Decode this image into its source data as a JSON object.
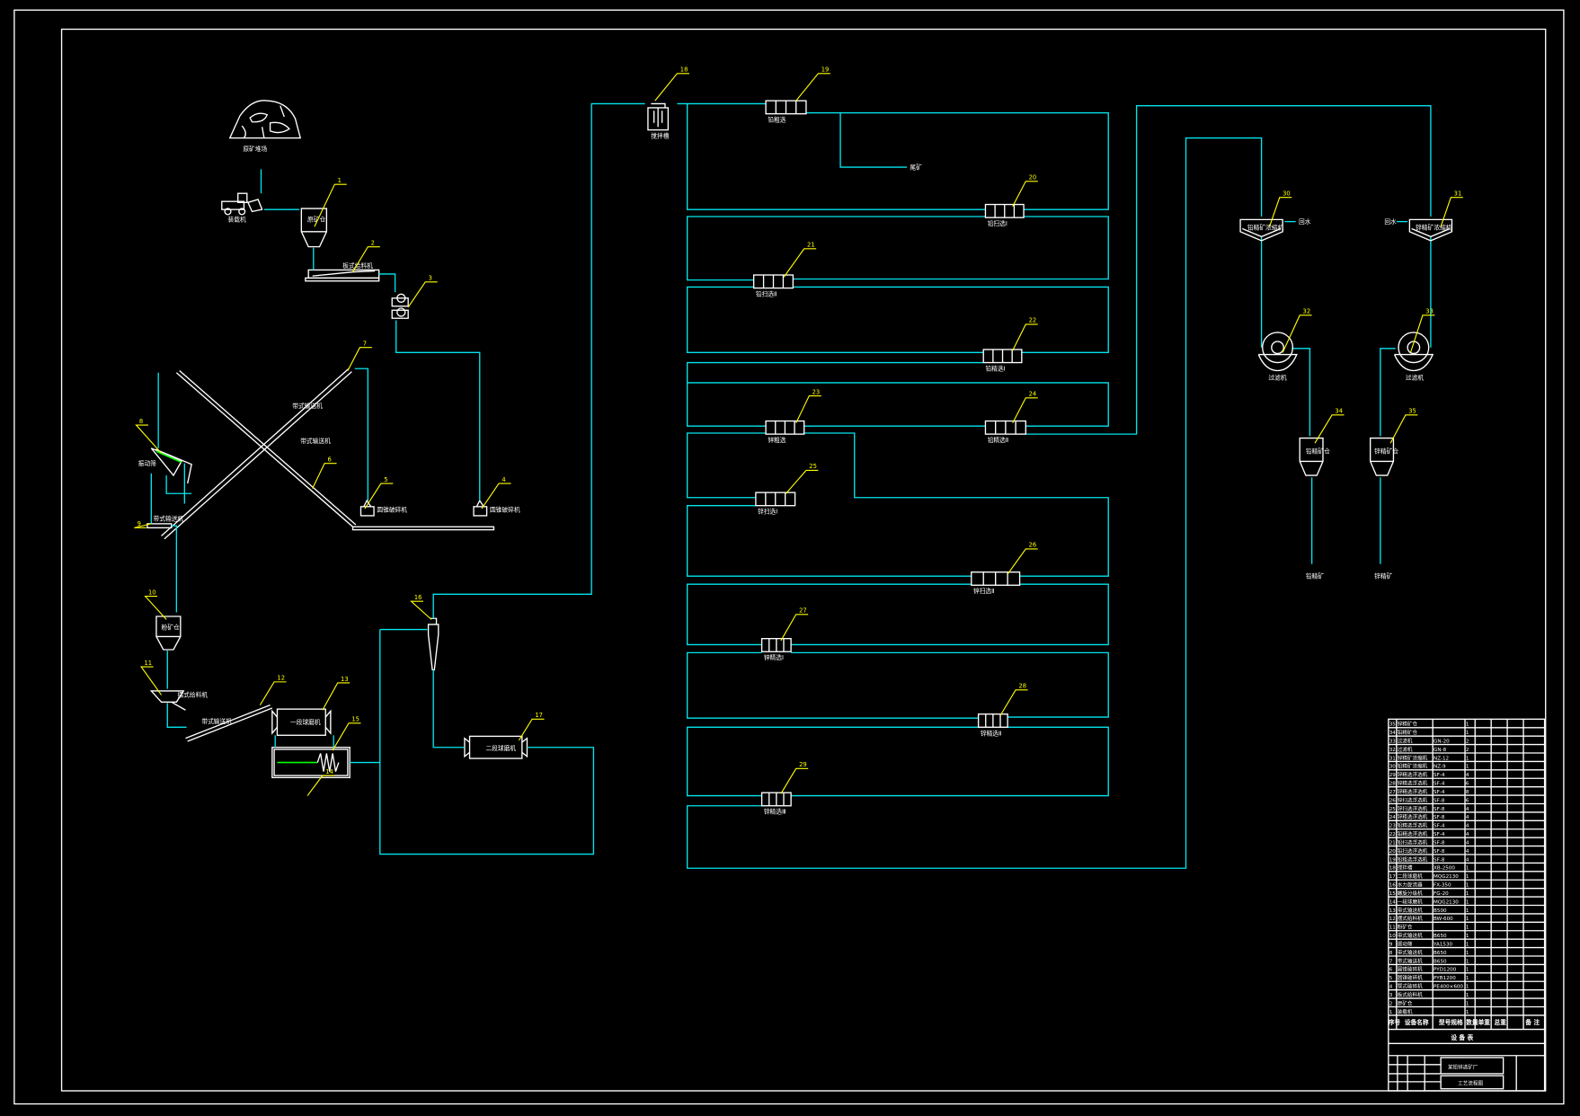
{
  "colors": {
    "background": "#000000",
    "equipment": "#ffffff",
    "pipe": "#00e5ee",
    "tag": "#ffff00"
  },
  "labels": {
    "ore_pile": "原矿堆场",
    "loader": "装载机",
    "coarse_bin": "原矿仓",
    "apron_feeder": "板式给料机",
    "conveyor_a": "带式输送机",
    "conveyor_b": "带式输送机",
    "screen": "振动筛",
    "cone_crusher_a": "圆锥破碎机",
    "cone_crusher_b": "圆锥破碎机",
    "belt": "带式输送机",
    "fine_bin": "粉矿仓",
    "pendulum_feeder": "摆式给料机",
    "conveyor_c": "带式输送机",
    "mill_1": "一段球磨机",
    "mill_2": "二段球磨机",
    "agitator": "搅拌槽",
    "tailings": "尾矿",
    "flot_1": "铅粗选",
    "flot_2": "铅扫选Ⅰ",
    "flot_3": "铅扫选Ⅱ",
    "flot_4": "铅精选Ⅰ",
    "flot_5": "锌粗选",
    "flot_6": "铅精选Ⅱ",
    "flot_7": "锌扫选Ⅰ",
    "flot_8": "锌扫选Ⅱ",
    "flot_9": "锌精选Ⅰ",
    "flot_10": "锌精选Ⅱ",
    "flot_11": "锌精选Ⅲ",
    "thickener_a": "铅精矿浓缩机",
    "thickener_b": "锌精矿浓缩机",
    "water_a": "回水",
    "water_b": "回水",
    "filter_a": "过滤机",
    "filter_b": "过滤机",
    "conc_bin_a": "铅精矿仓",
    "conc_bin_b": "锌精矿仓",
    "product_a": "铅精矿",
    "product_b": "锌精矿"
  },
  "tags": [
    "1",
    "2",
    "3",
    "4",
    "5",
    "6",
    "7",
    "8",
    "9",
    "10",
    "11",
    "12",
    "13",
    "14",
    "15",
    "16",
    "17",
    "18",
    "19",
    "20",
    "21",
    "22",
    "23",
    "24",
    "25",
    "26",
    "27",
    "28",
    "29",
    "30",
    "31",
    "32",
    "33",
    "34",
    "35"
  ],
  "equipment_table": {
    "title": "设 备 表",
    "headers": {
      "no": "序号",
      "name": "设备名称",
      "spec": "型号规格",
      "qty": "数量",
      "unit_weight": "单重",
      "total_weight": "总重",
      "remark": "备 注"
    },
    "rows": [
      {
        "no": "35",
        "name": "锌精矿仓",
        "spec": "",
        "qty": "1"
      },
      {
        "no": "34",
        "name": "铅精矿仓",
        "spec": "",
        "qty": "1"
      },
      {
        "no": "33",
        "name": "过滤机",
        "spec": "GN-20",
        "qty": "2"
      },
      {
        "no": "32",
        "name": "过滤机",
        "spec": "GN-8",
        "qty": "2"
      },
      {
        "no": "31",
        "name": "锌精矿浓缩机",
        "spec": "NZ-12",
        "qty": "1"
      },
      {
        "no": "30",
        "name": "铅精矿浓缩机",
        "spec": "NZ-9",
        "qty": "1"
      },
      {
        "no": "29",
        "name": "锌精选浮选机",
        "spec": "SF-4",
        "qty": "4"
      },
      {
        "no": "28",
        "name": "锌精选浮选机",
        "spec": "SF-4",
        "qty": "6"
      },
      {
        "no": "27",
        "name": "锌精选浮选机",
        "spec": "SF-4",
        "qty": "8"
      },
      {
        "no": "26",
        "name": "锌扫选浮选机",
        "spec": "SF-8",
        "qty": "6"
      },
      {
        "no": "25",
        "name": "锌扫选浮选机",
        "spec": "SF-8",
        "qty": "4"
      },
      {
        "no": "24",
        "name": "锌粗选浮选机",
        "spec": "SF-8",
        "qty": "4"
      },
      {
        "no": "23",
        "name": "铅精选浮选机",
        "spec": "SF-4",
        "qty": "4"
      },
      {
        "no": "22",
        "name": "铅精选浮选机",
        "spec": "SF-4",
        "qty": "4"
      },
      {
        "no": "21",
        "name": "铅扫选浮选机",
        "spec": "SF-8",
        "qty": "4"
      },
      {
        "no": "20",
        "name": "铅扫选浮选机",
        "spec": "SF-8",
        "qty": "4"
      },
      {
        "no": "19",
        "name": "铅粗选浮选机",
        "spec": "SF-8",
        "qty": "4"
      },
      {
        "no": "18",
        "name": "搅拌槽",
        "spec": "XB-2500",
        "qty": "1"
      },
      {
        "no": "17",
        "name": "二段球磨机",
        "spec": "MQG2130",
        "qty": "1"
      },
      {
        "no": "16",
        "name": "水力旋流器",
        "spec": "FX-350",
        "qty": "1"
      },
      {
        "no": "15",
        "name": "螺旋分级机",
        "spec": "FG-20",
        "qty": "1"
      },
      {
        "no": "14",
        "name": "一段球磨机",
        "spec": "MQG2130",
        "qty": "1"
      },
      {
        "no": "13",
        "name": "带式输送机",
        "spec": "B500",
        "qty": "1"
      },
      {
        "no": "12",
        "name": "摆式给料机",
        "spec": "BW-600",
        "qty": "1"
      },
      {
        "no": "11",
        "name": "粉矿仓",
        "spec": "",
        "qty": "1"
      },
      {
        "no": "10",
        "name": "带式输送机",
        "spec": "B650",
        "qty": "1"
      },
      {
        "no": "9",
        "name": "振动筛",
        "spec": "YA1530",
        "qty": "1"
      },
      {
        "no": "8",
        "name": "带式输送机",
        "spec": "B650",
        "qty": "1"
      },
      {
        "no": "7",
        "name": "带式输送机",
        "spec": "B650",
        "qty": "1"
      },
      {
        "no": "6",
        "name": "圆锥破碎机",
        "spec": "PYD1200",
        "qty": "1"
      },
      {
        "no": "5",
        "name": "圆锥破碎机",
        "spec": "PYB1200",
        "qty": "1"
      },
      {
        "no": "4",
        "name": "颚式破碎机",
        "spec": "PE400×600",
        "qty": "1"
      },
      {
        "no": "3",
        "name": "板式给料机",
        "spec": "",
        "qty": "1"
      },
      {
        "no": "2",
        "name": "原矿仓",
        "spec": "",
        "qty": "1"
      },
      {
        "no": "1",
        "name": "装载机",
        "spec": "",
        "qty": "1"
      }
    ]
  },
  "title_block": {
    "project": "某铅锌选矿厂",
    "drawing": "工艺流程图"
  }
}
